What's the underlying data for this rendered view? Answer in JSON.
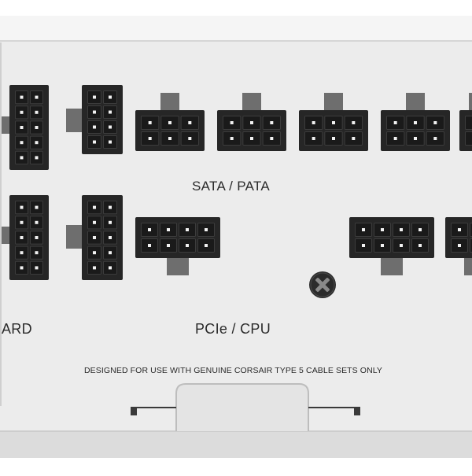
{
  "panel": {
    "body_color": "#ececec",
    "top_band_color": "#f5f5f5",
    "bottom_band_color": "#dcdcdc",
    "connector_color": "#262626",
    "pin_color": "#f2f2f2",
    "tab_color": "#6e6e6e"
  },
  "labels": {
    "sata": "SATA / PATA",
    "pcie": "PCIe / CPU",
    "motherboard_partial": "ARD",
    "notice": "DESIGNED FOR USE WITH GENUINE CORSAIR TYPE 5 CABLE SETS ONLY"
  },
  "icons": {
    "screw": "phillips-screw-icon"
  }
}
